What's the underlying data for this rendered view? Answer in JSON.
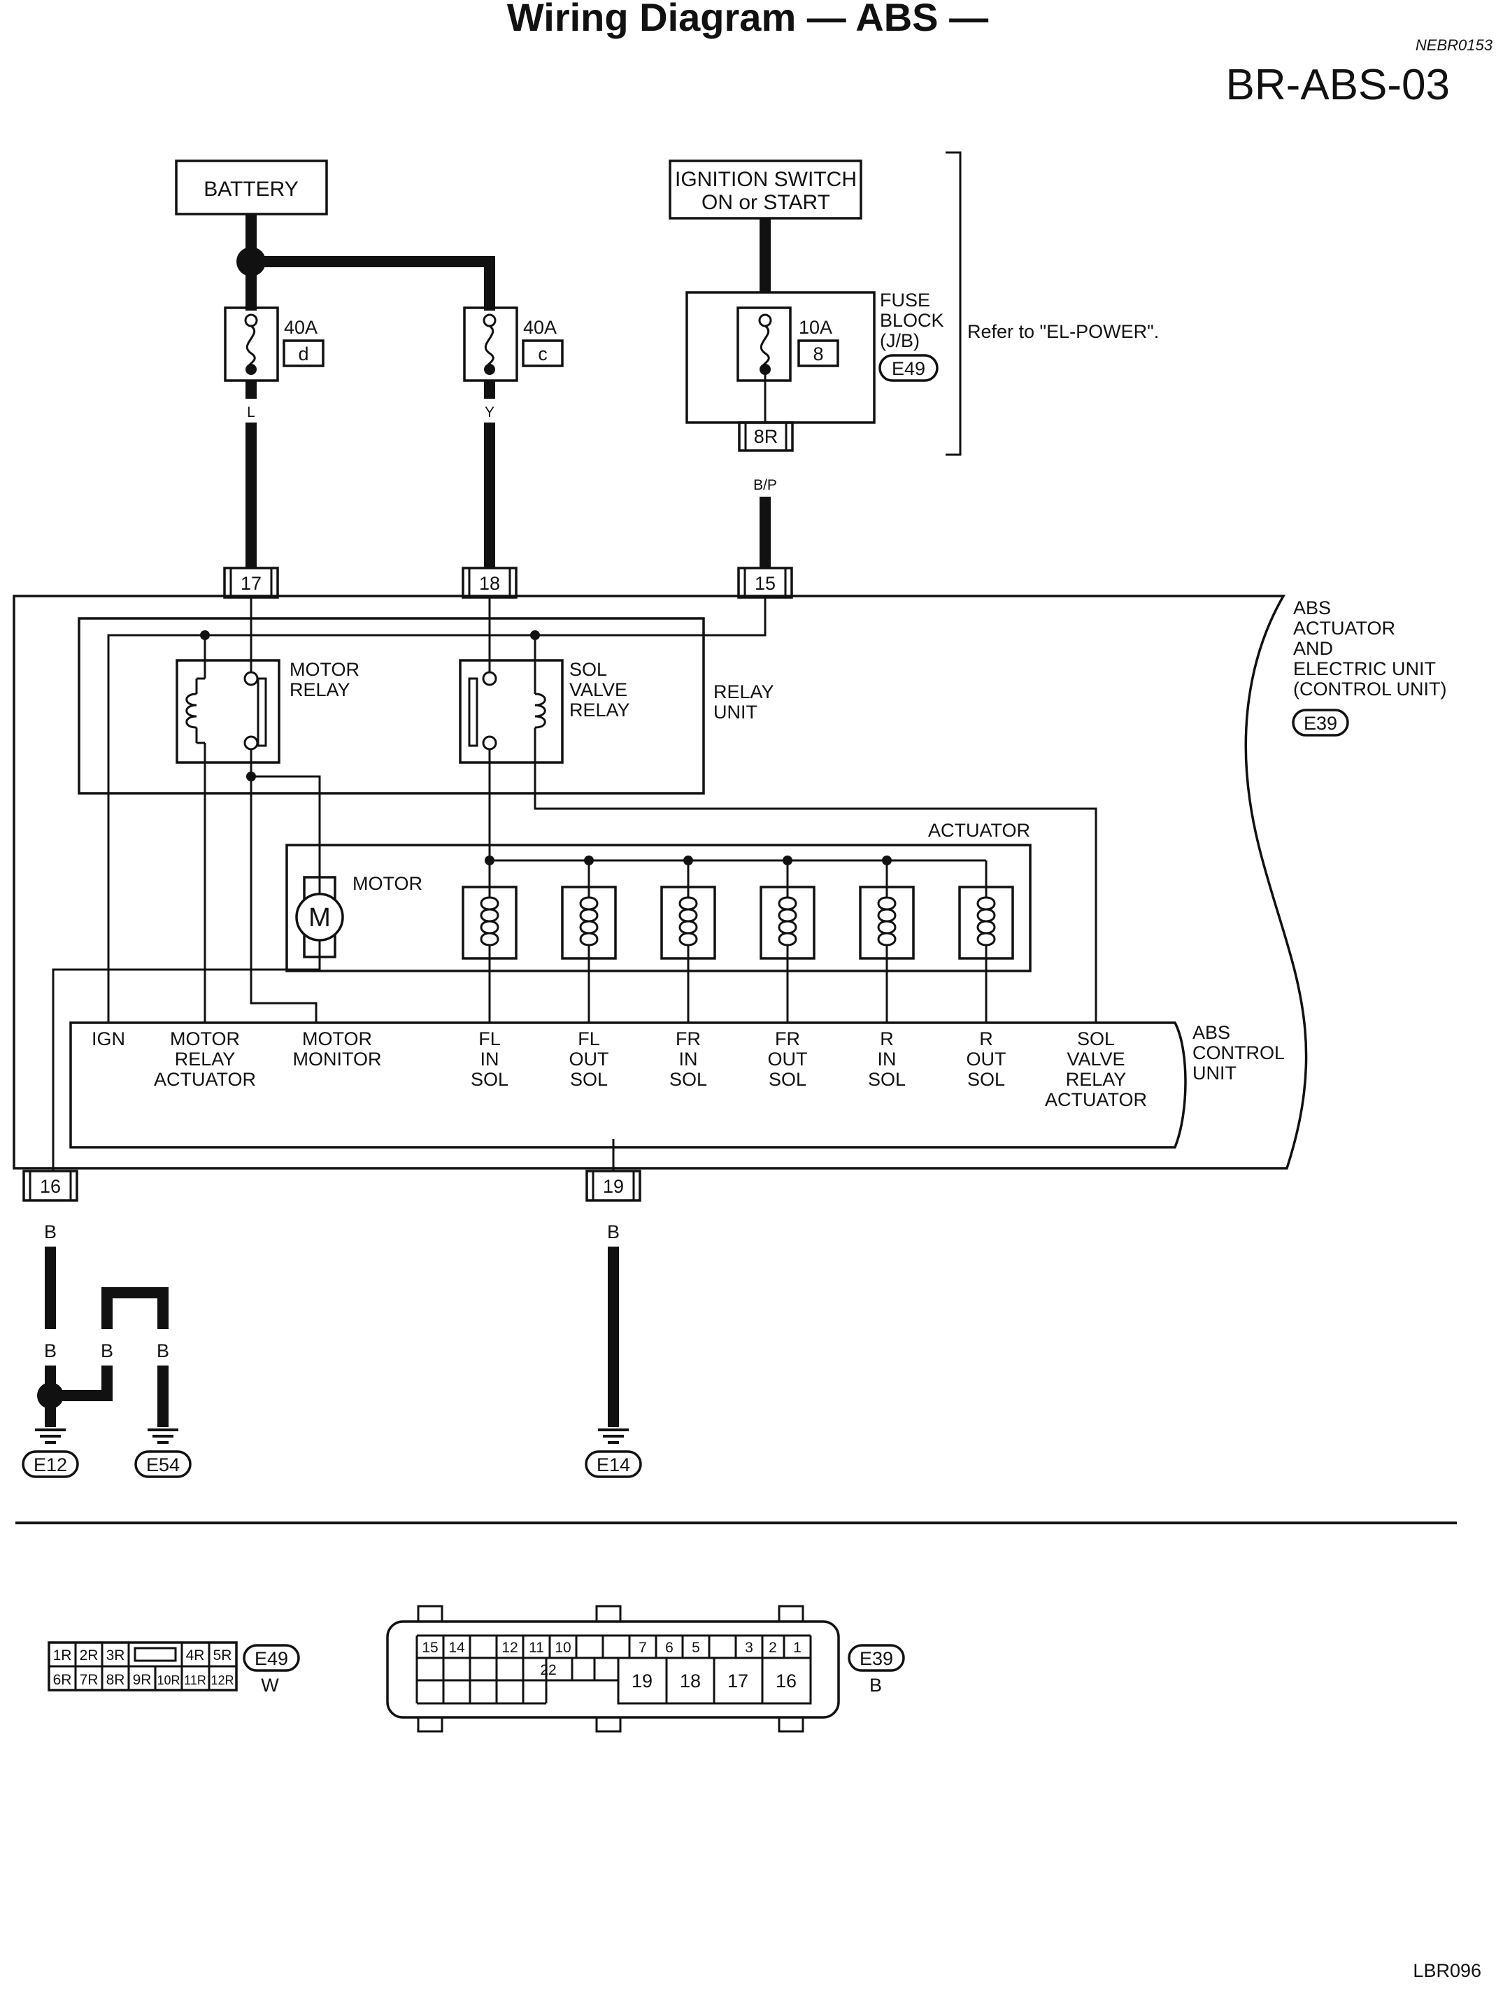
{
  "header": {
    "title": "Wiring Diagram — ABS —",
    "code": "NEBR0153",
    "page_id": "BR-ABS-03"
  },
  "sources": {
    "battery": "BATTERY",
    "ignition_line1": "IGNITION SWITCH",
    "ignition_line2": "ON or START"
  },
  "fuses": [
    {
      "amp": "40A",
      "id": "d",
      "wire": "L"
    },
    {
      "amp": "40A",
      "id": "c",
      "wire": "Y"
    },
    {
      "amp": "10A",
      "id": "8",
      "wire": "B/P"
    }
  ],
  "fuse_block": {
    "line1": "FUSE",
    "line2": "BLOCK",
    "line3": "(J/B)",
    "connector": "E49",
    "terminal": "8R",
    "note": "Refer to \"EL-POWER\"."
  },
  "terminals": {
    "t17": "17",
    "t18": "18",
    "t15": "15",
    "t16": "16",
    "t19": "19"
  },
  "unit": {
    "line1": "ABS",
    "line2": "ACTUATOR",
    "line3": "AND",
    "line4": "ELECTRIC UNIT",
    "line5": "(CONTROL UNIT)",
    "connector": "E39"
  },
  "relay_unit": {
    "line1": "RELAY",
    "line2": "UNIT"
  },
  "motor_relay": {
    "line1": "MOTOR",
    "line2": "RELAY"
  },
  "sol_relay": {
    "line1": "SOL",
    "line2": "VALVE",
    "line3": "RELAY"
  },
  "actuator": {
    "label": "ACTUATOR",
    "motor_label": "MOTOR",
    "motor_symbol": "M"
  },
  "control_unit": {
    "line1": "ABS",
    "line2": "CONTROL",
    "line3": "UNIT"
  },
  "cu_terminals": [
    {
      "l1": "IGN",
      "l2": "",
      "l3": "",
      "l4": ""
    },
    {
      "l1": "MOTOR",
      "l2": "RELAY",
      "l3": "ACTUATOR",
      "l4": ""
    },
    {
      "l1": "MOTOR",
      "l2": "MONITOR",
      "l3": "",
      "l4": ""
    },
    {
      "l1": "FL",
      "l2": "IN",
      "l3": "SOL",
      "l4": ""
    },
    {
      "l1": "FL",
      "l2": "OUT",
      "l3": "SOL",
      "l4": ""
    },
    {
      "l1": "FR",
      "l2": "IN",
      "l3": "SOL",
      "l4": ""
    },
    {
      "l1": "FR",
      "l2": "OUT",
      "l3": "SOL",
      "l4": ""
    },
    {
      "l1": "R",
      "l2": "IN",
      "l3": "SOL",
      "l4": ""
    },
    {
      "l1": "R",
      "l2": "OUT",
      "l3": "SOL",
      "l4": ""
    },
    {
      "l1": "SOL",
      "l2": "VALVE",
      "l3": "RELAY",
      "l4": "ACTUATOR"
    }
  ],
  "ground_wires": {
    "w16": "B",
    "w16a": "B",
    "w16b": "B",
    "w16c": "B",
    "w19": "B"
  },
  "grounds": {
    "g1": "E12",
    "g2": "E54",
    "g3": "E14"
  },
  "connector_e49": {
    "top_row": [
      "1R",
      "2R",
      "3R",
      "4R",
      "5R"
    ],
    "bottom_row": [
      "6R",
      "7R",
      "8R",
      "9R",
      "10R",
      "11R",
      "12R"
    ],
    "id": "E49",
    "color": "W"
  },
  "connector_e39": {
    "top_row": [
      "15",
      "14",
      "12",
      "11",
      "10",
      "7",
      "6",
      "5",
      "3",
      "2",
      "1"
    ],
    "middle": "22",
    "large": [
      "19",
      "18",
      "17",
      "16"
    ],
    "id": "E39",
    "color": "B"
  },
  "footer": {
    "code": "LBR096"
  }
}
